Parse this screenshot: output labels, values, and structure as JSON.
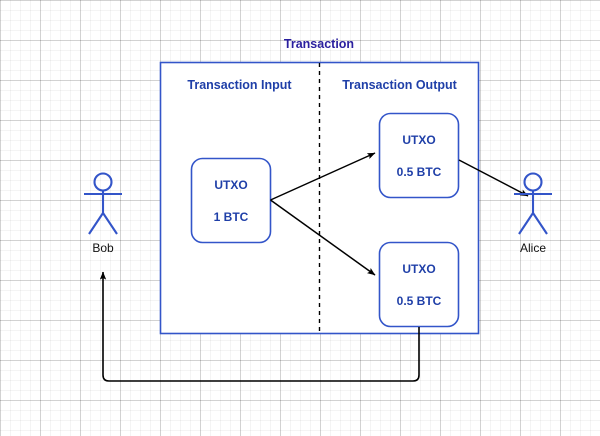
{
  "diagram": {
    "title": "Transaction",
    "title_color": "#2a1f9e",
    "section_color": "#1f3fa8",
    "box_border_color": "#3355c9",
    "arrow_color": "#000000",
    "sections": {
      "input": {
        "label": "Transaction Input"
      },
      "output": {
        "label": "Transaction Output"
      }
    },
    "nodes": {
      "utxo_input": {
        "title": "UTXO",
        "amount": "1 BTC"
      },
      "utxo_output_1": {
        "title": "UTXO",
        "amount": "0.5 BTC"
      },
      "utxo_output_2": {
        "title": "UTXO",
        "amount": "0.5 BTC"
      }
    },
    "actors": {
      "sender": {
        "name": "Bob"
      },
      "recipient": {
        "name": "Alice"
      }
    },
    "edges": [
      {
        "from": "utxo_input",
        "to": "utxo_output_1"
      },
      {
        "from": "utxo_input",
        "to": "utxo_output_2"
      },
      {
        "from": "utxo_output_1",
        "to": "recipient"
      },
      {
        "from": "utxo_output_2",
        "to": "sender"
      }
    ]
  }
}
